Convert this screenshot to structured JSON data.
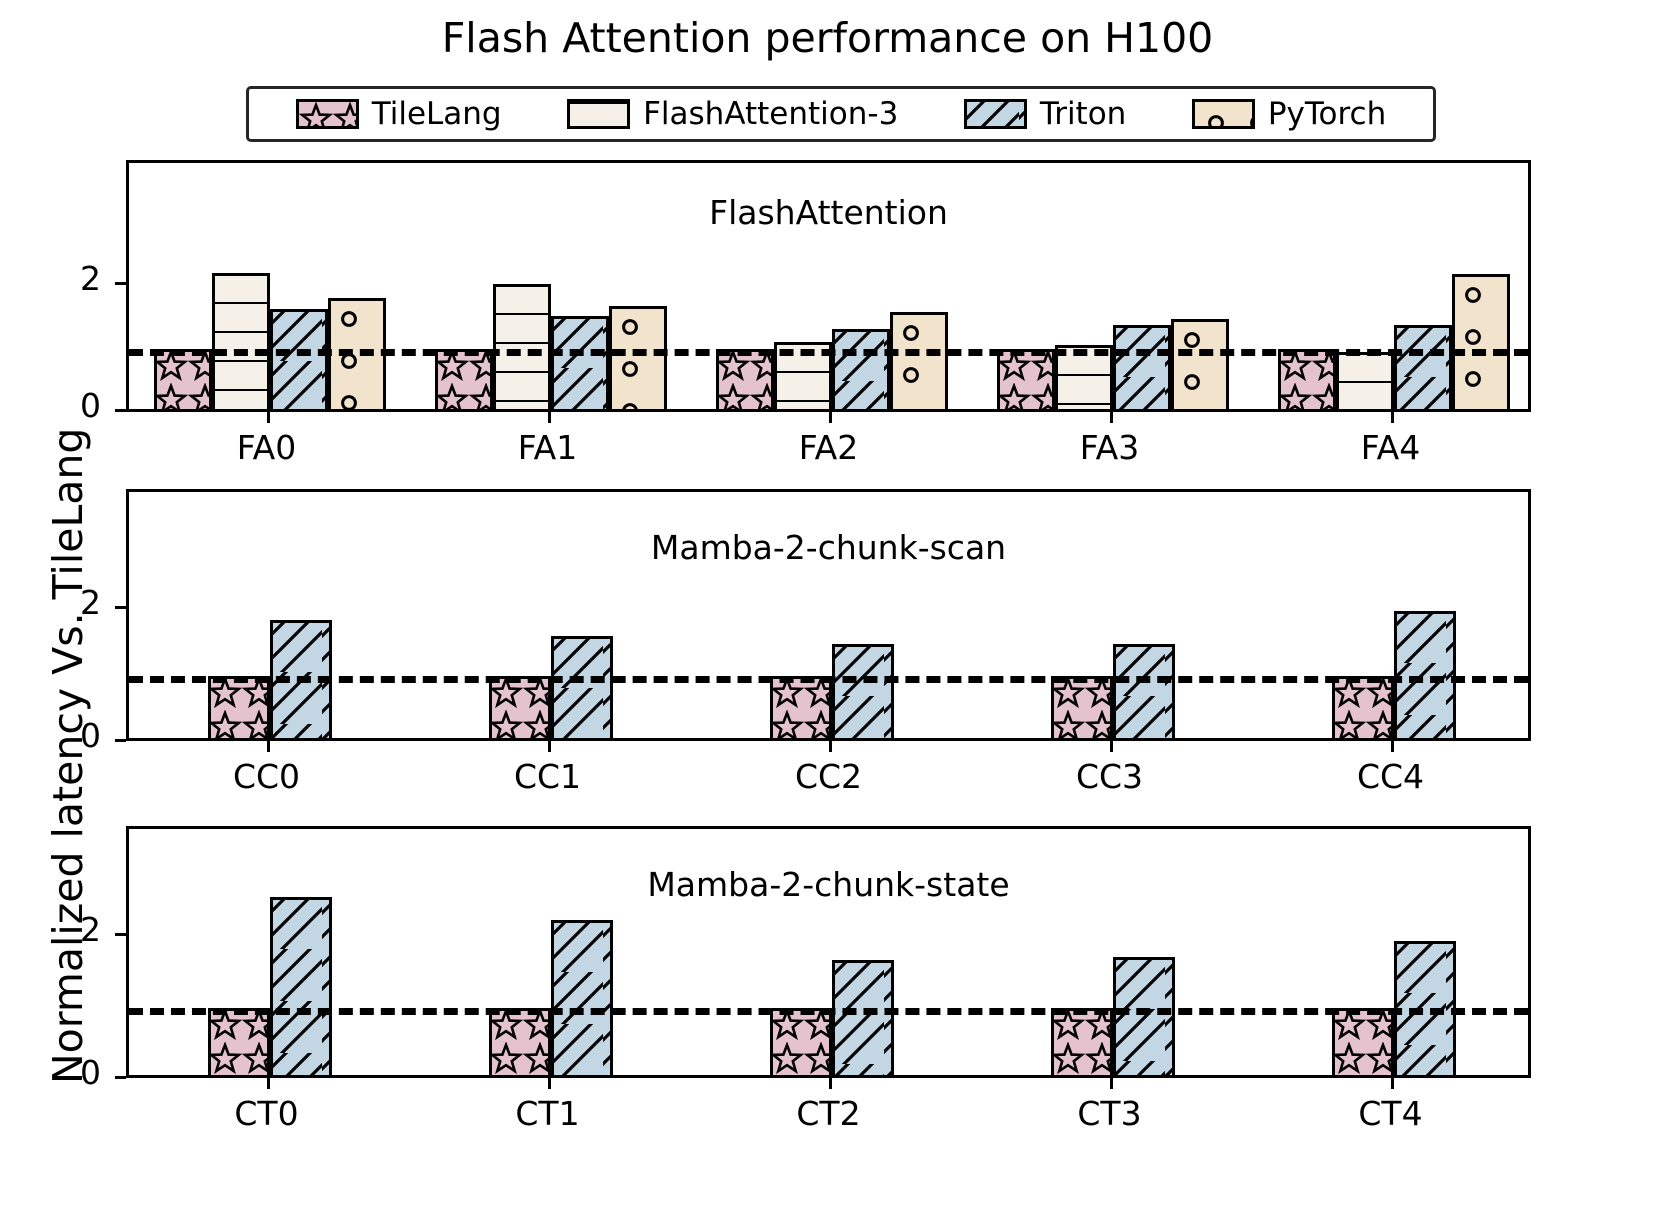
{
  "figure": {
    "title": "Flash Attention performance on H100",
    "ylabel": "Normalized latency Vs. TileLang",
    "reference_line_value": 1.0
  },
  "legend": {
    "position": "upper-center",
    "entries": [
      {
        "label": "TileLang",
        "color": "#e5c3ce",
        "hatch": "star",
        "icon": "star-hatch-swatch"
      },
      {
        "label": "FlashAttention-3",
        "color": "#f5f1e8",
        "hatch": "horizontal",
        "icon": "hline-hatch-swatch"
      },
      {
        "label": "Triton",
        "color": "#c3d6e3",
        "hatch": "diagonal",
        "icon": "diagonal-hatch-swatch"
      },
      {
        "label": "PyTorch",
        "color": "#f2e3cd",
        "hatch": "circle",
        "icon": "circle-hatch-swatch"
      }
    ]
  },
  "colors": {
    "tilelang": "#e5c3ce",
    "flashattention3": "#f5f1e8",
    "triton": "#c3d6e3",
    "pytorch": "#f2e3cd",
    "edge": "#000000",
    "reference": "#000000"
  },
  "chart_data": [
    {
      "type": "bar",
      "title": "FlashAttention",
      "xlabel": "",
      "ylabel": "Normalized latency Vs. TileLang",
      "categories": [
        "FA0",
        "FA1",
        "FA2",
        "FA3",
        "FA4"
      ],
      "yticks": [
        0,
        2
      ],
      "ylim": [
        0,
        3.7
      ],
      "grid": false,
      "reference_line": 1.0,
      "series": [
        {
          "name": "TileLang",
          "values": [
            1.0,
            1.0,
            1.0,
            1.0,
            1.0
          ]
        },
        {
          "name": "FlashAttention-3",
          "values": [
            2.19,
            2.02,
            1.11,
            1.05,
            0.95
          ]
        },
        {
          "name": "Triton",
          "values": [
            1.62,
            1.51,
            1.3,
            1.37,
            1.37
          ]
        },
        {
          "name": "PyTorch",
          "values": [
            1.79,
            1.67,
            1.57,
            1.47,
            2.18
          ]
        }
      ]
    },
    {
      "type": "bar",
      "title": "Mamba-2-chunk-scan",
      "xlabel": "",
      "ylabel": "Normalized latency Vs. TileLang",
      "categories": [
        "CC0",
        "CC1",
        "CC2",
        "CC3",
        "CC4"
      ],
      "yticks": [
        0,
        2
      ],
      "ylim": [
        0,
        3.95
      ],
      "grid": false,
      "reference_line": 1.0,
      "series": [
        {
          "name": "TileLang",
          "values": [
            1.0,
            1.0,
            1.0,
            1.0,
            1.0
          ]
        },
        {
          "name": "Triton",
          "values": [
            1.83,
            1.6,
            1.48,
            1.47,
            1.97
          ]
        }
      ]
    },
    {
      "type": "bar",
      "title": "Mamba-2-chunk-state",
      "xlabel": "",
      "ylabel": "Normalized latency Vs. TileLang",
      "categories": [
        "CT0",
        "CT1",
        "CT2",
        "CT3",
        "CT4"
      ],
      "yticks": [
        0,
        2
      ],
      "ylim": [
        0,
        3.5
      ],
      "grid": false,
      "reference_line": 1.0,
      "series": [
        {
          "name": "TileLang",
          "values": [
            1.0,
            1.0,
            1.0,
            1.0,
            1.0
          ]
        },
        {
          "name": "Triton",
          "values": [
            2.55,
            2.23,
            1.67,
            1.7,
            1.93
          ]
        }
      ]
    }
  ]
}
